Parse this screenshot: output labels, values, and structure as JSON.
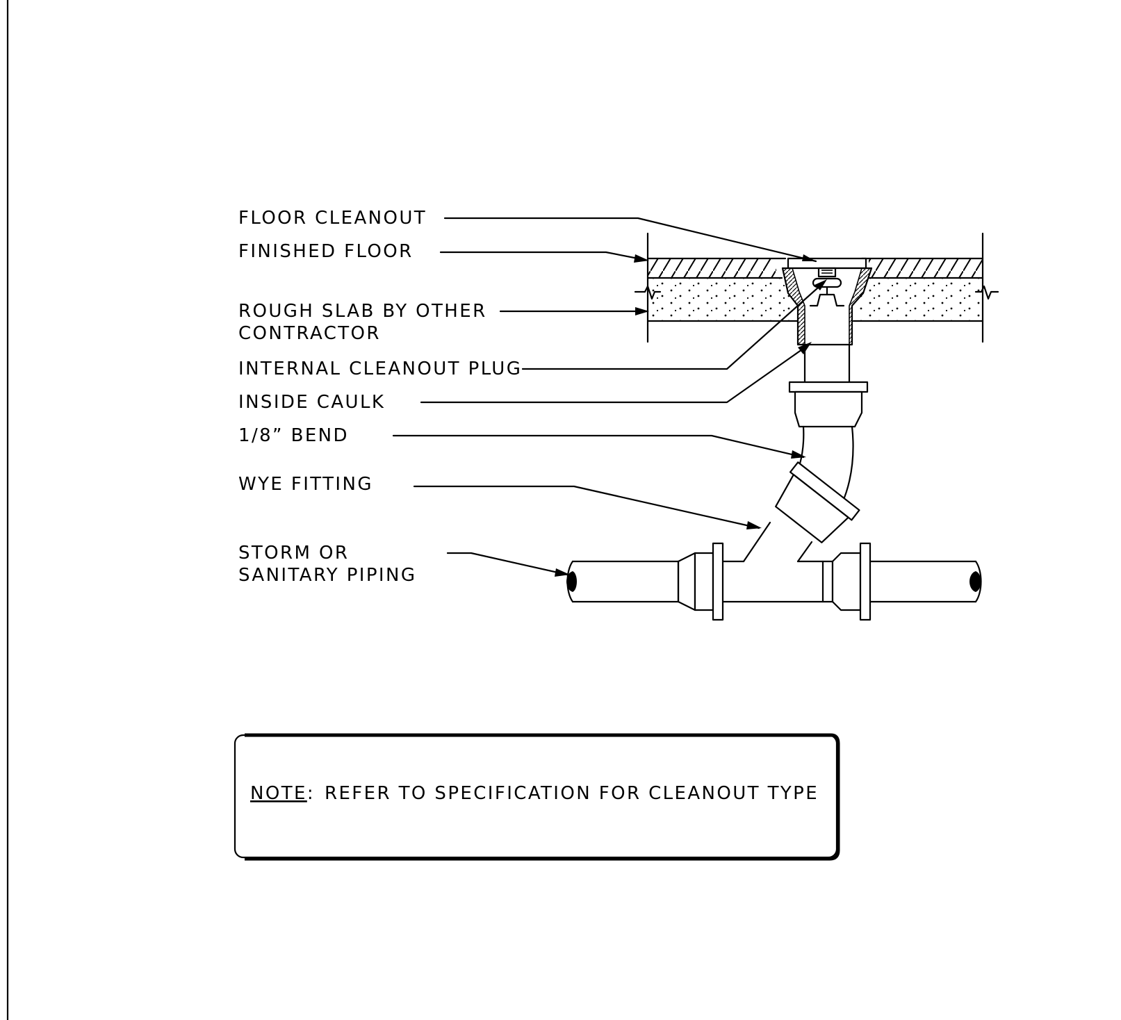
{
  "diagram": {
    "labels": [
      {
        "key": "floor_cleanout",
        "text": "FLOOR CLEANOUT"
      },
      {
        "key": "finished_floor",
        "text": "FINISHED FLOOR"
      },
      {
        "key": "rough_slab_1",
        "text": "ROUGH SLAB BY OTHER"
      },
      {
        "key": "rough_slab_2",
        "text": "CONTRACTOR"
      },
      {
        "key": "internal_plug",
        "text": "INTERNAL CLEANOUT PLUG"
      },
      {
        "key": "inside_caulk",
        "text": "INSIDE CAULK"
      },
      {
        "key": "bend",
        "text": "1/8” BEND"
      },
      {
        "key": "wye",
        "text": "WYE FITTING"
      },
      {
        "key": "piping_1",
        "text": "STORM OR"
      },
      {
        "key": "piping_2",
        "text": "SANITARY PIPING"
      }
    ],
    "note": {
      "prefix": "NOTE",
      "separator": ":",
      "text": "REFER TO SPECIFICATION FOR CLEANOUT TYPE"
    }
  }
}
